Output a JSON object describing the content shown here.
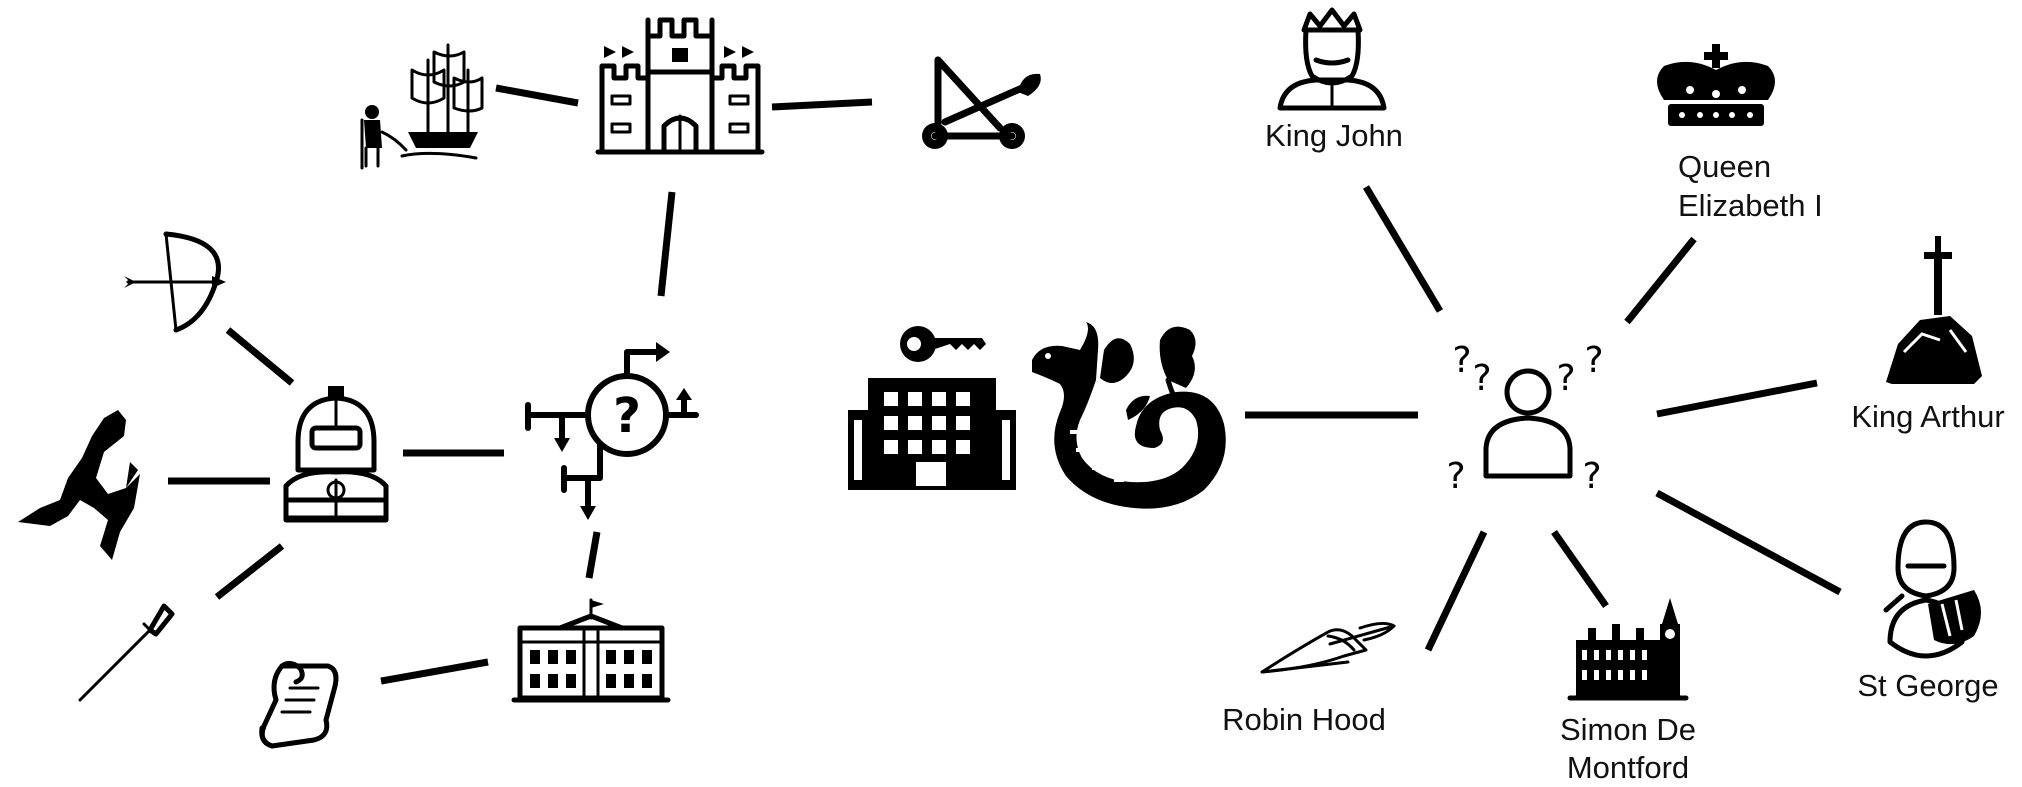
{
  "labels": {
    "king_john": "King John",
    "queen_elizabeth_line1": "Queen",
    "queen_elizabeth_line2": "Elizabeth I",
    "king_arthur": "King Arthur",
    "st_george": "St George",
    "simon_line1": "Simon De",
    "simon_line2": "Montford",
    "robin_hood": "Robin Hood"
  },
  "icons": [
    "ship-explorer-icon",
    "castle-icon",
    "catapult-icon",
    "bow-arrow-icon",
    "knight-icon",
    "horse-icon",
    "spear-icon",
    "scroll-icon",
    "white-house-icon",
    "question-directions-icon",
    "building-key-icon",
    "dragon-icon",
    "person-questions-icon",
    "king-john-icon",
    "crown-icon",
    "sword-stone-icon",
    "st-george-knight-icon",
    "robin-hood-hat-icon",
    "parliament-icon"
  ],
  "colors": {
    "ink": "#000000",
    "background": "#ffffff"
  }
}
